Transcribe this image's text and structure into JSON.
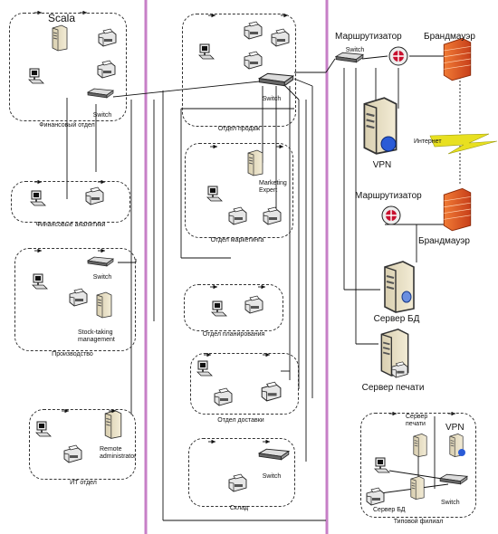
{
  "colors": {
    "divider": "#c77fc7",
    "wire": "#111111",
    "firewall": "#e8561a",
    "router": "#c8102e",
    "lightning": "#e8e020"
  },
  "groups": {
    "finance": {
      "title": "Scala",
      "switch": "Switch",
      "caption": "Финансовый отдел"
    },
    "analysts": {
      "caption": "Финансовые аналитики"
    },
    "production": {
      "switch": "Switch",
      "server": "Stock-taking management",
      "caption": "Производство"
    },
    "it": {
      "server": "Remote administrator",
      "caption": "ИТ отдел"
    },
    "sales": {
      "switch": "Switch",
      "caption": "Отдел продаж"
    },
    "marketing": {
      "server": "Marketing Expert",
      "caption": "Отдел маркетинга"
    },
    "planning": {
      "caption": "Отдел планирования"
    },
    "delivery": {
      "caption": "Отдел доставки"
    },
    "warehouse": {
      "switch": "Switch",
      "caption": "Склад"
    },
    "hq": {
      "router1": "Маршрутизатор",
      "firewall1": "Брандмауэр",
      "switch": "Switch",
      "vpn": "VPN",
      "internet": "Интернет",
      "router2": "Маршрутизатор",
      "firewall2": "Брандмауэр",
      "db_server": "Сервер БД",
      "print_server": "Сервер печати"
    },
    "branch": {
      "print_server": "Сервер печати",
      "vpn": "VPN",
      "db_server": "Сервер БД",
      "switch": "Switch",
      "caption": "Типовой филиал"
    }
  }
}
